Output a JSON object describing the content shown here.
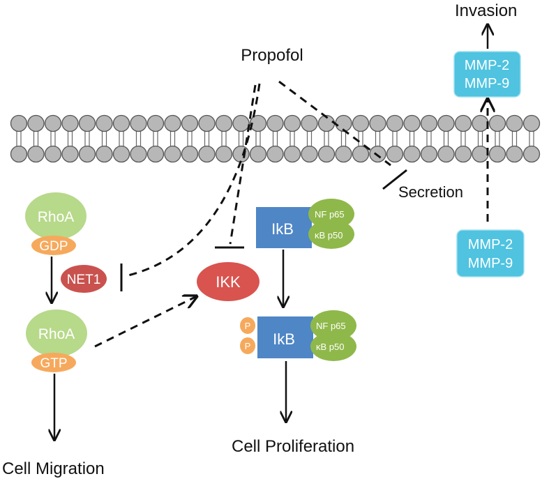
{
  "labels": {
    "drug": "Propofol",
    "invasion": "Invasion",
    "secretion": "Secretion",
    "cell_migration": "Cell Migration",
    "cell_proliferation": "Cell Proliferation"
  },
  "nodes": {
    "rhoa_gdp_top": "RhoA",
    "rhoa_gdp_bottom": "GDP",
    "rhoa_gtp_top": "RhoA",
    "rhoa_gtp_bottom": "GTP",
    "net1": "NET1",
    "ikk": "IKK",
    "ikb_1": "IkB",
    "ikb_2": "IkB",
    "nf_p65_1": "NF p65",
    "kb_p50_1": "κB p50",
    "nf_p65_2": "NF p65",
    "kb_p50_2": "κB p50",
    "p_1": "P",
    "p_2": "P",
    "mmp_top_1": "MMP-2",
    "mmp_top_2": "MMP-9",
    "mmp_bottom_1": "MMP-2",
    "mmp_bottom_2": "MMP-9"
  },
  "colors": {
    "membrane_bead": "#b7b7b7",
    "rhoa": "#b7d98a",
    "gdp_gtp": "#f6a95c",
    "net1": "#c9524e",
    "ikk": "#d9534f",
    "ikb": "#4f86c6",
    "nfkb": "#8fb84a",
    "phosphate": "#f6a95c",
    "mmp": "#4fc3e0"
  }
}
